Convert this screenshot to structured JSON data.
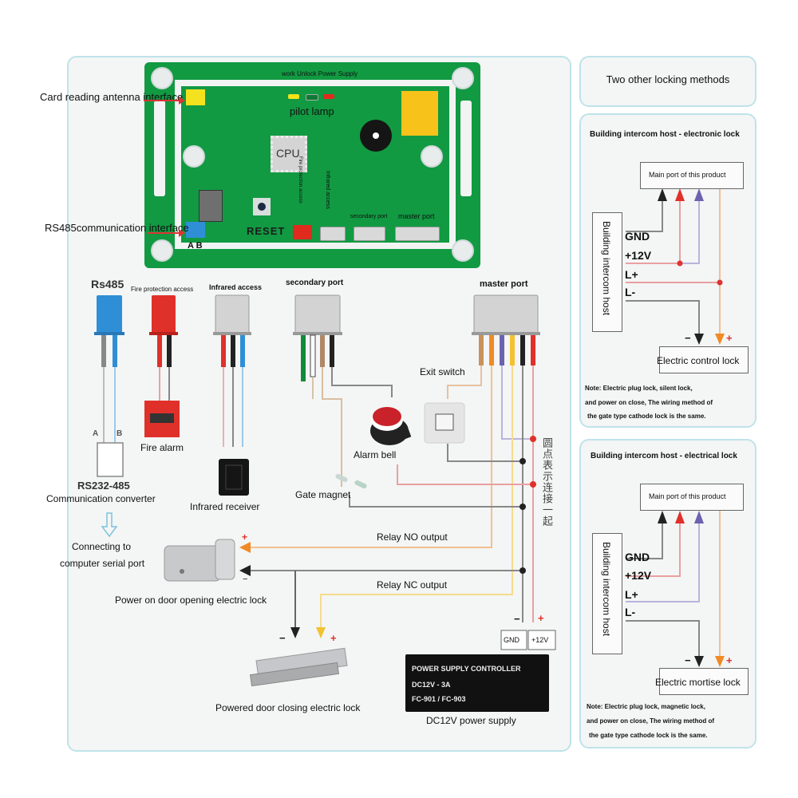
{
  "board": {
    "antenna_label": "Card reading antenna interface",
    "rs485_label": "RS485communication interface",
    "ab_label": "A B",
    "lamp_header": "work  Unlock  Power Supply",
    "pilot_lamp": "pilot lamp",
    "cpu": "CPU",
    "reset": "RESET",
    "fire_vertical": "Fire protection access",
    "infrared_vertical": "Infrared access",
    "secondary_port": "secondary port",
    "master_port": "master port"
  },
  "components": {
    "rs485": "Rs485",
    "fire_access": "Fire protection access",
    "infrared_access": "Infrared access",
    "secondary_port": "secondary port",
    "master_port": "master port",
    "a_label": "A",
    "b_label": "B",
    "fire_alarm": "Fire alarm",
    "rs232": "RS232-485",
    "converter": "Communication converter",
    "infrared_receiver": "Infrared receiver",
    "gate_magnet": "Gate magnet",
    "alarm_bell": "Alarm bell",
    "exit_switch": "Exit switch",
    "connecting_1": "Connecting to",
    "connecting_2": "computer serial port",
    "relay_no": "Relay NO output",
    "relay_nc": "Relay NC output",
    "door_open_lock": "Power on door opening electric lock",
    "door_close_lock": "Powered door closing electric lock",
    "chinese_note": "圆点表示连接一起",
    "gnd": "GND",
    "v12": "+12V",
    "minus": "−",
    "plus": "+"
  },
  "power_supply": {
    "line1": "POWER SUPPLY CONTROLLER",
    "line2": "DC12V - 3A",
    "line3": "FC-901 / FC-903",
    "caption": "DC12V power supply"
  },
  "right": {
    "title": "Two other locking methods",
    "panels": [
      {
        "title": "Building intercom host - electronic lock",
        "main_port": "Main port of this product",
        "host": "Building intercom host",
        "gnd": "GND",
        "v12": "+12V",
        "lplus": "L+",
        "lminus": "L-",
        "lock": "Electric control lock",
        "note1": "Note: Electric plug lock, silent lock,",
        "note2": "and power on close,  The wiring method of",
        "note3": "the gate type cathode lock is the same."
      },
      {
        "title": "Building intercom host - electrical lock",
        "main_port": "Main port of this product",
        "host": "Building intercom host",
        "gnd": "GND",
        "v12": "+12V",
        "lplus": "L+",
        "lminus": "L-",
        "lock": "Electric mortise lock",
        "note1": "Note: Electric plug lock, magnetic lock,",
        "note2": "and power on close,  The wiring method of",
        "note3": "the gate type cathode lock is the same."
      }
    ]
  },
  "colors": {
    "pcb_green": "#119a42",
    "wire_red": "#e0302a",
    "wire_black": "#222222",
    "wire_orange": "#f08a24",
    "wire_yellow": "#f2c230",
    "wire_purple": "#6b62b0",
    "wire_tan": "#c8925a",
    "wire_blue": "#2f8fd6",
    "panel_border": "#bfe3ea"
  }
}
